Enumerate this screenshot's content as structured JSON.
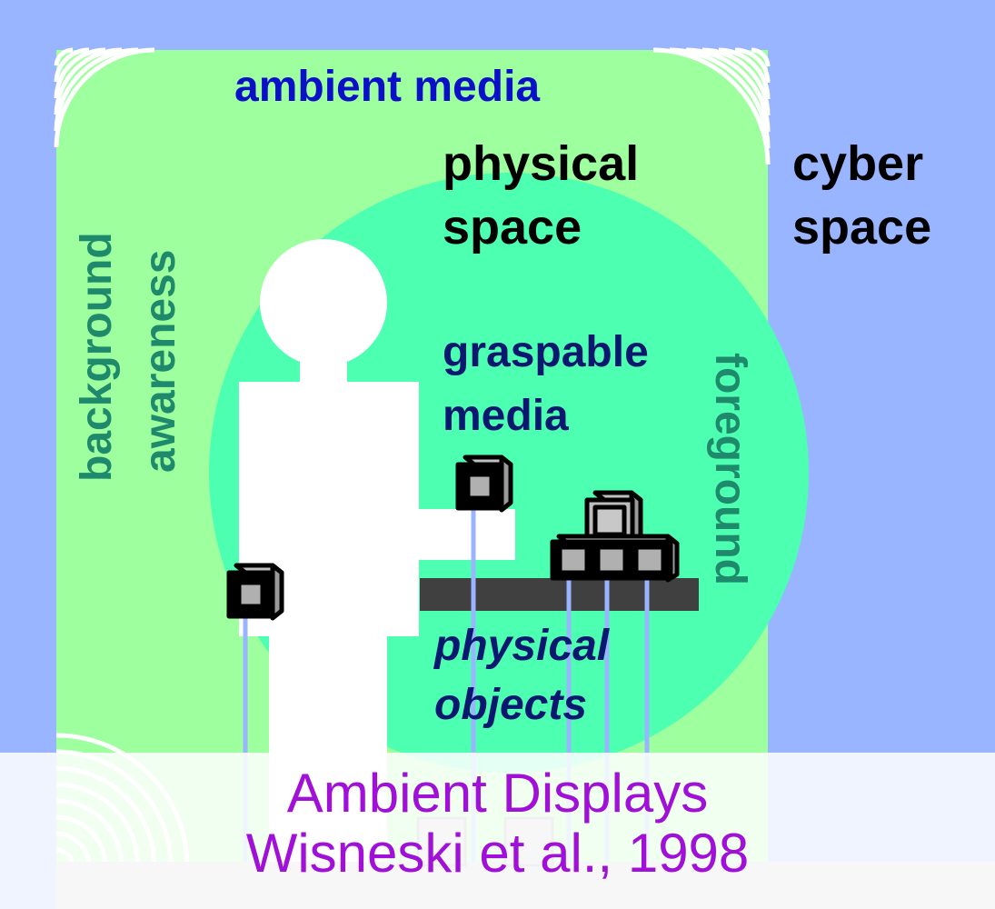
{
  "labels": {
    "ambient_media": "ambient media",
    "physical_space_1": "physical",
    "physical_space_2": "space",
    "cyber_space_1": "cyber",
    "cyber_space_2": "space",
    "background_awareness_1": "background",
    "background_awareness_2": "awareness",
    "graspable_media_1": "graspable",
    "graspable_media_2": "media",
    "foreground": "foreground",
    "physical_objects_1": "physical",
    "physical_objects_2": "objects"
  },
  "caption": {
    "line1": "Ambient Displays",
    "line2": "Wisneski et al., 1998"
  },
  "colors": {
    "cyber_space": "#99b5ff",
    "physical_space": "#9dff9d",
    "foreground_circle": "#4dffb0",
    "ambient_text": "#0a10c8",
    "graspable_text": "#0a1870",
    "awareness_text": "#1f8a6b",
    "caption_text": "#a010d8"
  }
}
